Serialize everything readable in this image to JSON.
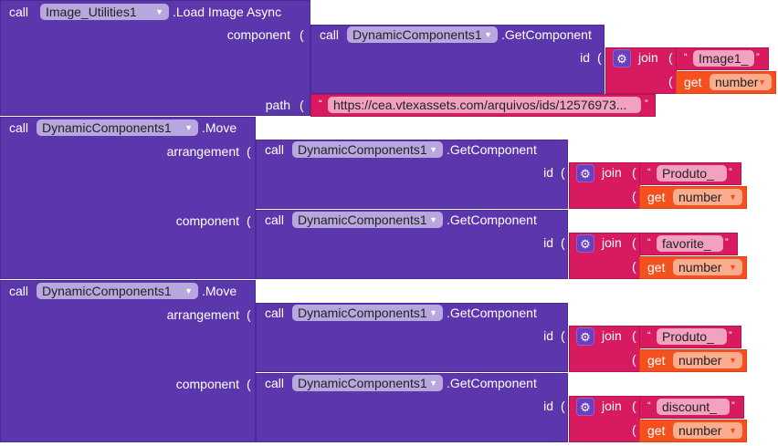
{
  "blocks": [
    {
      "call": "call",
      "component": "Image_Utilities1",
      "method": ".Load Image Async",
      "arg1_label": "component",
      "arg1": {
        "call": "call",
        "component": "DynamicComponents1",
        "method": ".GetComponent",
        "id_label": "id",
        "join": "join",
        "text": "Image1_",
        "get": "get",
        "var": "number"
      },
      "arg2_label": "path",
      "arg2_text": "https://cea.vtexassets.com/arquivos/ids/12576973..."
    },
    {
      "call": "call",
      "component": "DynamicComponents1",
      "method": ".Move",
      "arg1_label": "arrangement",
      "arg1": {
        "call": "call",
        "component": "DynamicComponents1",
        "method": ".GetComponent",
        "id_label": "id",
        "join": "join",
        "text": "Produto_",
        "get": "get",
        "var": "number"
      },
      "arg2_label": "component",
      "arg2": {
        "call": "call",
        "component": "DynamicComponents1",
        "method": ".GetComponent",
        "id_label": "id",
        "join": "join",
        "text": "favorite_",
        "get": "get",
        "var": "number"
      }
    },
    {
      "call": "call",
      "component": "DynamicComponents1",
      "method": ".Move",
      "arg1_label": "arrangement",
      "arg1": {
        "call": "call",
        "component": "DynamicComponents1",
        "method": ".GetComponent",
        "id_label": "id",
        "join": "join",
        "text": "Produto_",
        "get": "get",
        "var": "number"
      },
      "arg2_label": "component",
      "arg2": {
        "call": "call",
        "component": "DynamicComponents1",
        "method": ".GetComponent",
        "id_label": "id",
        "join": "join",
        "text": "discount_",
        "get": "get",
        "var": "number"
      }
    }
  ],
  "colors": {
    "procedure": "#5b36ad",
    "text": "#d81b60",
    "variable": "#f4511e"
  }
}
